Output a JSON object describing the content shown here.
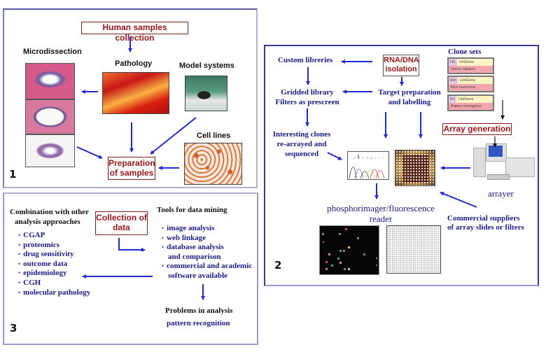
{
  "panel1": {
    "number": "1",
    "title": "Human samples collection",
    "microdissection_label": "Microdissection",
    "pathology_label": "Pathology",
    "model_systems_label": "Model systems",
    "cell_lines_label": "Cell lines",
    "preparation_line1": "Preparation",
    "preparation_line2": "of samples"
  },
  "panel2": {
    "number": "2",
    "isolation_line1": "RNA/DNA",
    "isolation_line2": "isolation",
    "custom_libraries": "Custom libreries",
    "gridded_line1": "Gridded library",
    "gridded_line2": "Filters as prescreen",
    "interesting_line1": "Interesting clones",
    "interesting_line2": "re-arrayed and",
    "interesting_line3": "sequenced",
    "target_line1": "Target preparation",
    "target_line2": "and labelling",
    "clone_sets_label": "Clone sets",
    "clone_sets": [
      {
        "abbr": "HS",
        "db": "UniGene",
        "species": "Homo sapiens"
      },
      {
        "abbr": "Mm",
        "db": "UniGene",
        "species": "Mus musculus"
      },
      {
        "abbr": "Rn",
        "db": "UniGene",
        "species": "Rattus norvegicus"
      }
    ],
    "array_generation": "Array generation",
    "arrayer_label": "arrayer",
    "reader_line1": "phosphorimager/fluorescence",
    "reader_line2": "reader",
    "suppliers_line1": "Commercial suppliers",
    "suppliers_line2": "of array slides or filters",
    "sequence_letters": "G C C G A T T T"
  },
  "panel3": {
    "number": "3",
    "collection_line1": "Collection of",
    "collection_line2": "data",
    "combination_line1": "Combination with other",
    "combination_line2": "analysis approaches",
    "approaches": [
      "CGAP",
      "proteomics",
      "drug sensitivity",
      "outcome data",
      "epidemiology",
      "CGH",
      "molecular pathology"
    ],
    "tools_title": "Tools for data mining",
    "tools": [
      {
        "line1": "image analysis"
      },
      {
        "line1": "web linkage"
      },
      {
        "line1": "database analysis",
        "line2": "and comparison"
      },
      {
        "line1": "commercial and academic",
        "line2": "software available"
      }
    ],
    "problems_title": "Problems in analysis",
    "problems_item": "pattern recognition"
  },
  "colors": {
    "arrow_blue": "#1f2ad0",
    "label_blue": "#1a1a8c",
    "box_red": "#a01818",
    "panel_border": "#3a3a9a"
  }
}
